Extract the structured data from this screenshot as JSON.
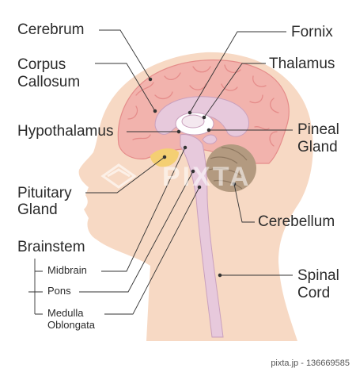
{
  "labels": {
    "cerebrum": "Cerebrum",
    "corpus_callosum_1": "Corpus",
    "corpus_callosum_2": "Callosum",
    "hypothalamus": "Hypothalamus",
    "pituitary_1": "Pituitary",
    "pituitary_2": "Gland",
    "brainstem": "Brainstem",
    "midbrain": "Midbrain",
    "pons": "Pons",
    "medulla_1": "Medulla",
    "medulla_2": "Oblongata",
    "fornix": "Fornix",
    "thalamus": "Thalamus",
    "pineal_1": "Pineal",
    "pineal_2": "Gland",
    "cerebellum": "Cerebellum",
    "spinal_1": "Spinal",
    "spinal_2": "Cord"
  },
  "watermark": "PIXTA",
  "credit": "pixta.jp - 136669585",
  "colors": {
    "skin": "#f7d9c4",
    "brain": "#f2b3ad",
    "brain_fold": "#e58c8a",
    "inner_structure": "#e7c9dc",
    "pituitary": "#f4cf73",
    "cerebellum": "#b39a80",
    "leader_line": "#333333"
  }
}
